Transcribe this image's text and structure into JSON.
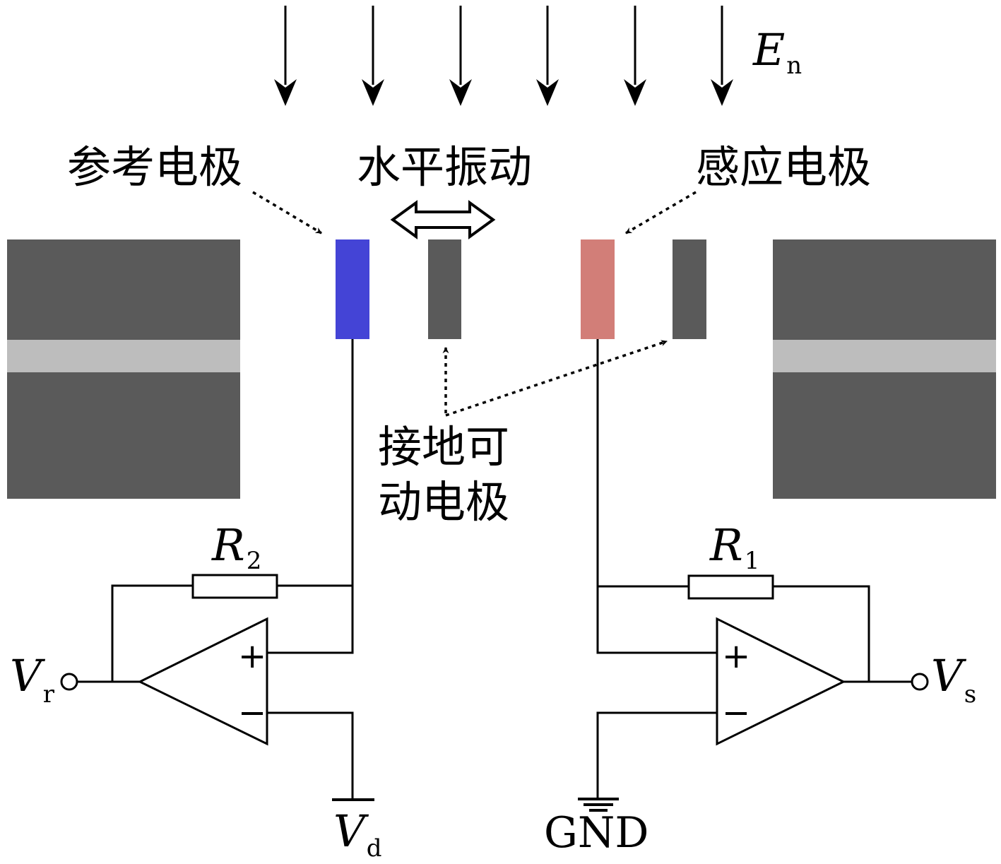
{
  "labels": {
    "field": {
      "main": "E",
      "sub": "n"
    },
    "reference_electrode": "参考电极",
    "horizontal_vibration": "水平振动",
    "sensing_electrode": "感应电极",
    "grounded_movable_line1": "接地可",
    "grounded_movable_line2": "动电极",
    "r2": {
      "main": "R",
      "sub": "2"
    },
    "r1": {
      "main": "R",
      "sub": "1"
    },
    "vr": {
      "main": "V",
      "sub": "r"
    },
    "vs": {
      "main": "V",
      "sub": "s"
    },
    "vd": {
      "main": "V",
      "sub": "d"
    },
    "gnd": "GND",
    "plus": "+",
    "minus": "−"
  },
  "colors": {
    "electrode_dark": "#5a5a5a",
    "gap_light": "#bdbdbd",
    "reference_electrode": "#4444d6",
    "sensing_electrode": "#d27e78",
    "wire": "#000000"
  },
  "field_arrow_count": 6
}
